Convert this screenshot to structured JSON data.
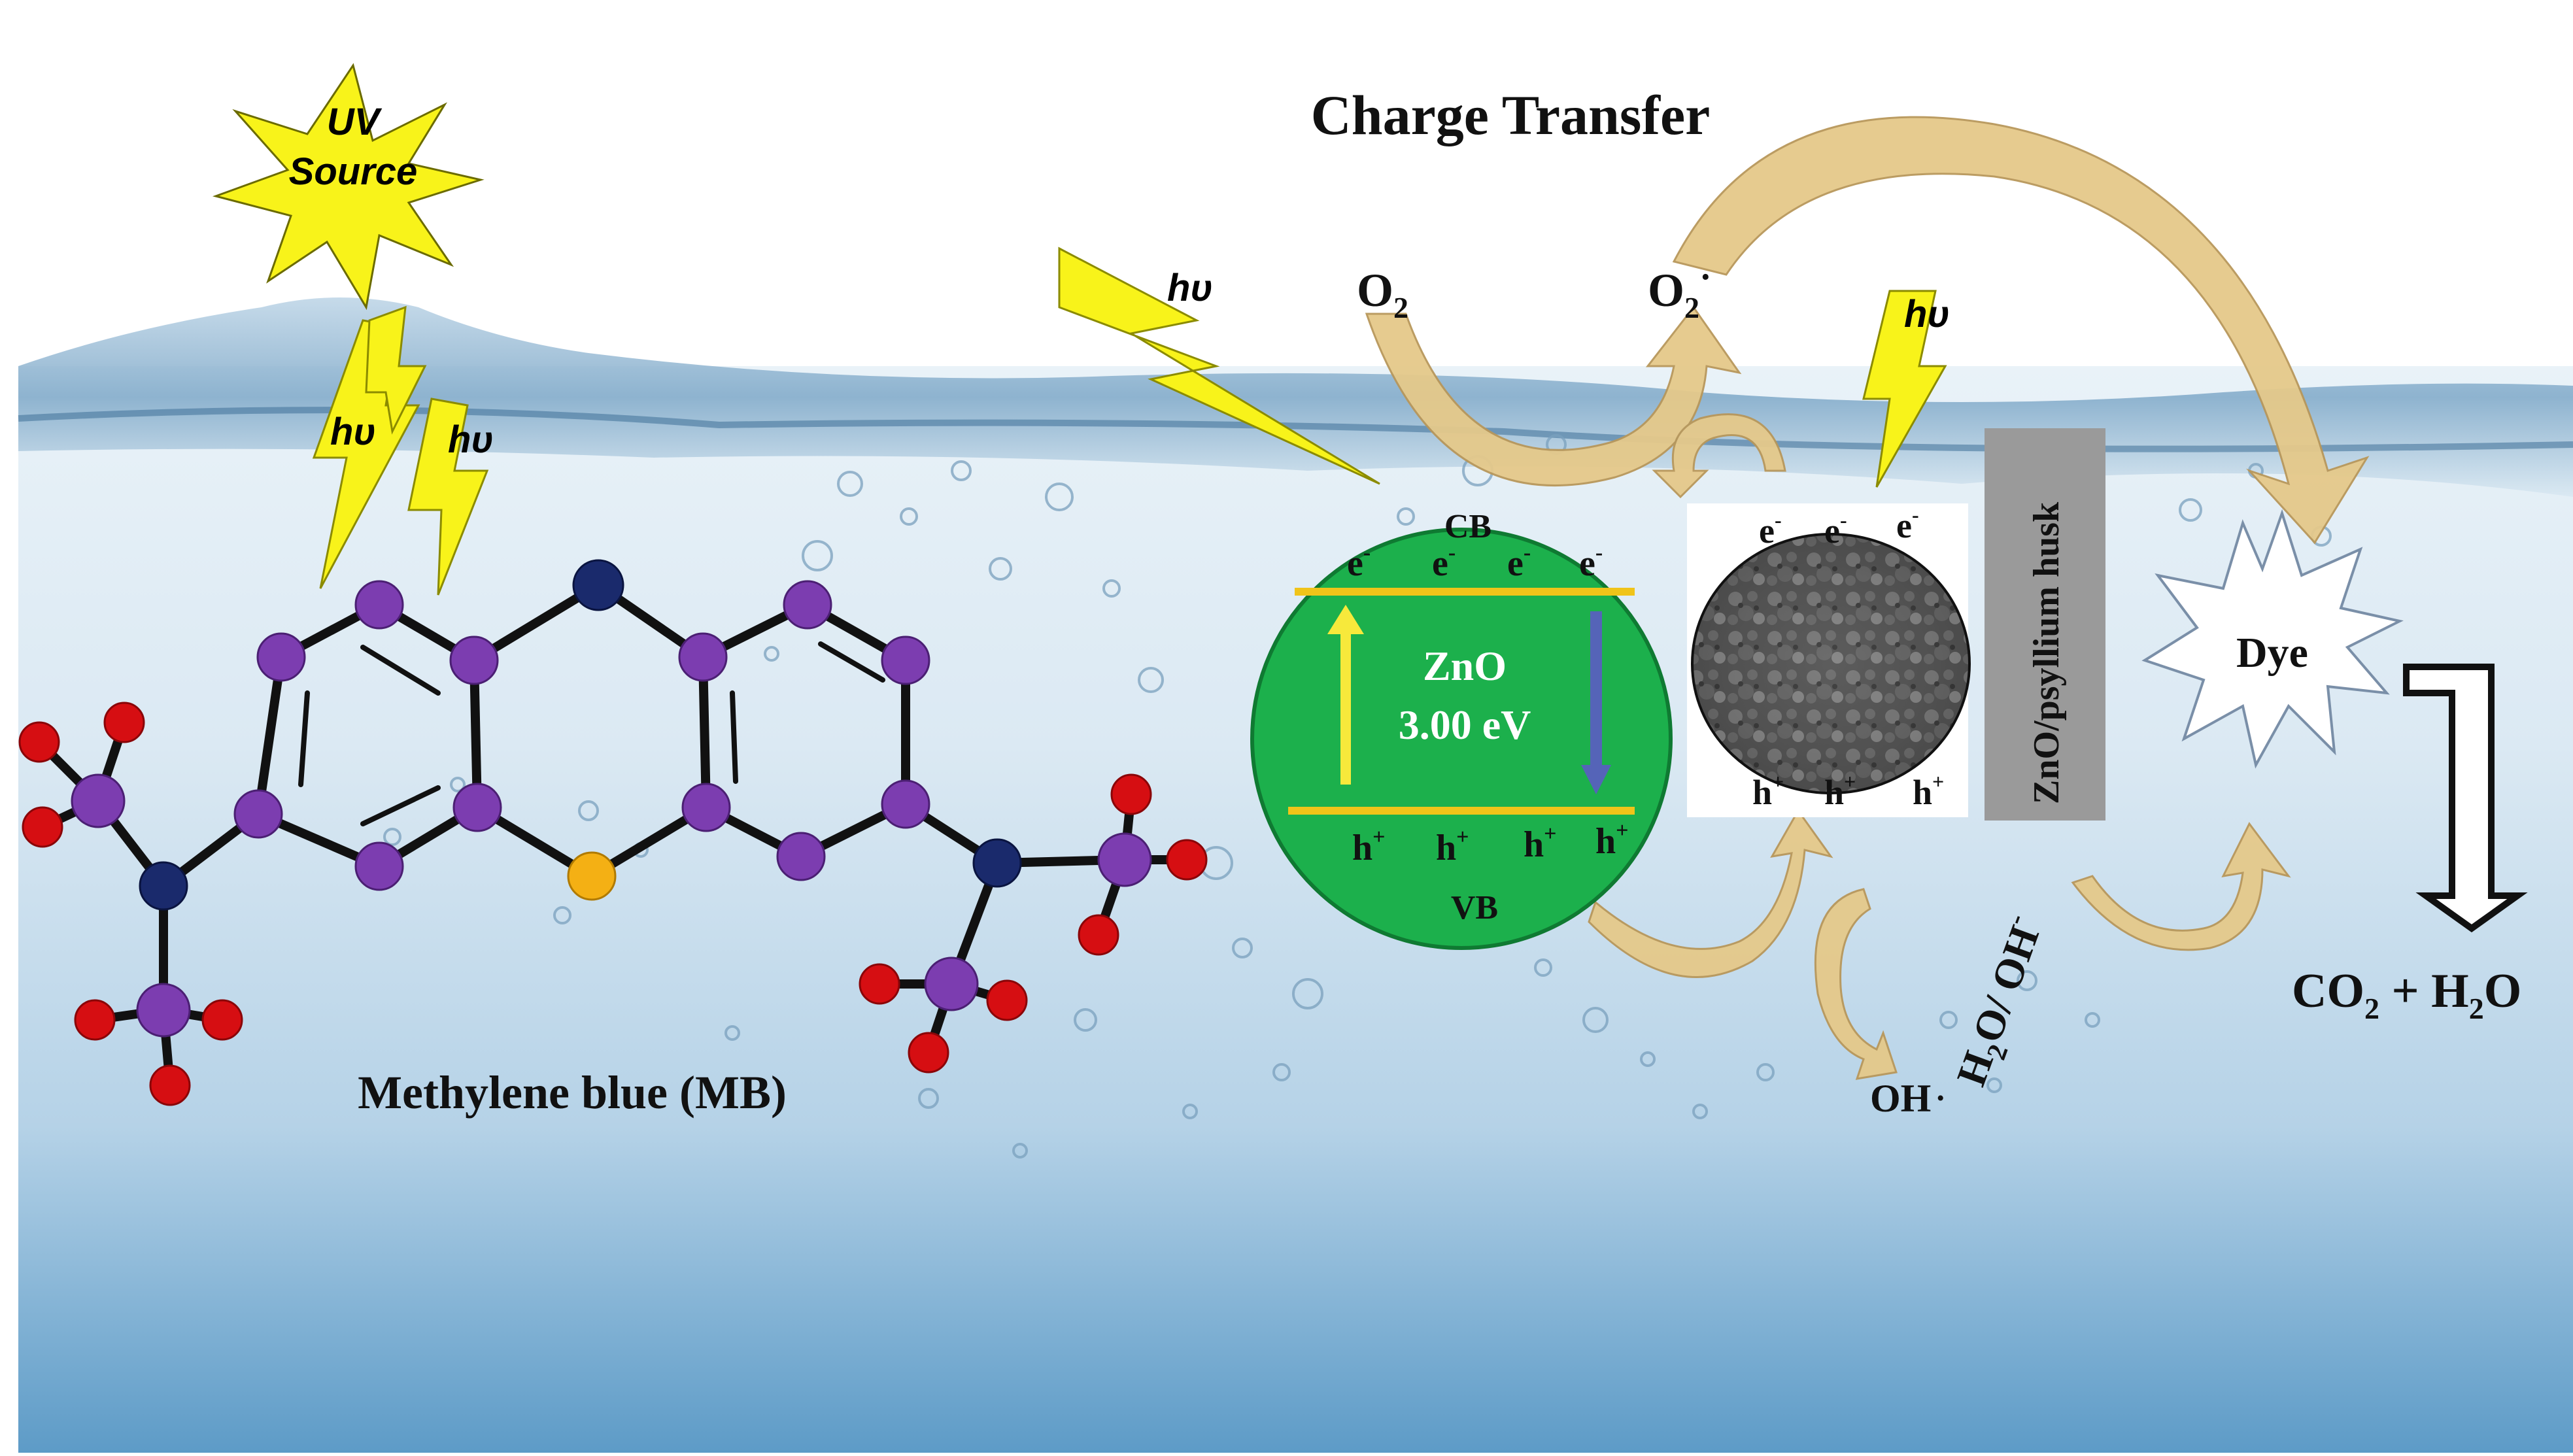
{
  "title": "Charge Transfer",
  "uv_source": {
    "line1": "UV",
    "line2": "Source"
  },
  "photon_label": "hυ",
  "molecule": {
    "label": "Methylene blue (MB)"
  },
  "zno": {
    "cb": "CB",
    "vb": "VB",
    "name": "ZnO",
    "band_gap": "3.00 eV",
    "electron_base": "e",
    "electron_sup": "-",
    "hole_base": "h",
    "hole_sup": "+"
  },
  "composite_label": "ZnO/psyllium husk",
  "species": {
    "o2_base": "O",
    "o2_sub": "2",
    "radical_dot": "·",
    "water_pre": "H",
    "water_sub": "2",
    "water_mid": "O/ OH",
    "water_sup": "-",
    "oh": "OH",
    "dye": "Dye",
    "product_co": "CO",
    "product_sub1": "2",
    "product_plus": " + H",
    "product_sub2": "2",
    "product_o": "O"
  },
  "colors": {
    "sky": "#ffffff",
    "water_top": "#d6e6f2",
    "water_bottom": "#5f9ec9",
    "zno_green": "#1cb04c",
    "band_line": "#f0c419",
    "up_arrow": "#f7e93b",
    "down_arrow": "#5564b8",
    "flow_arrow": "#e5c98a",
    "bolt": "#f8f31a",
    "atom_purple": "#7c3db0",
    "atom_navy": "#1a2a6c",
    "atom_red": "#d60e12",
    "atom_gold": "#f4b014",
    "husk_bar": "#9a9a9a"
  }
}
